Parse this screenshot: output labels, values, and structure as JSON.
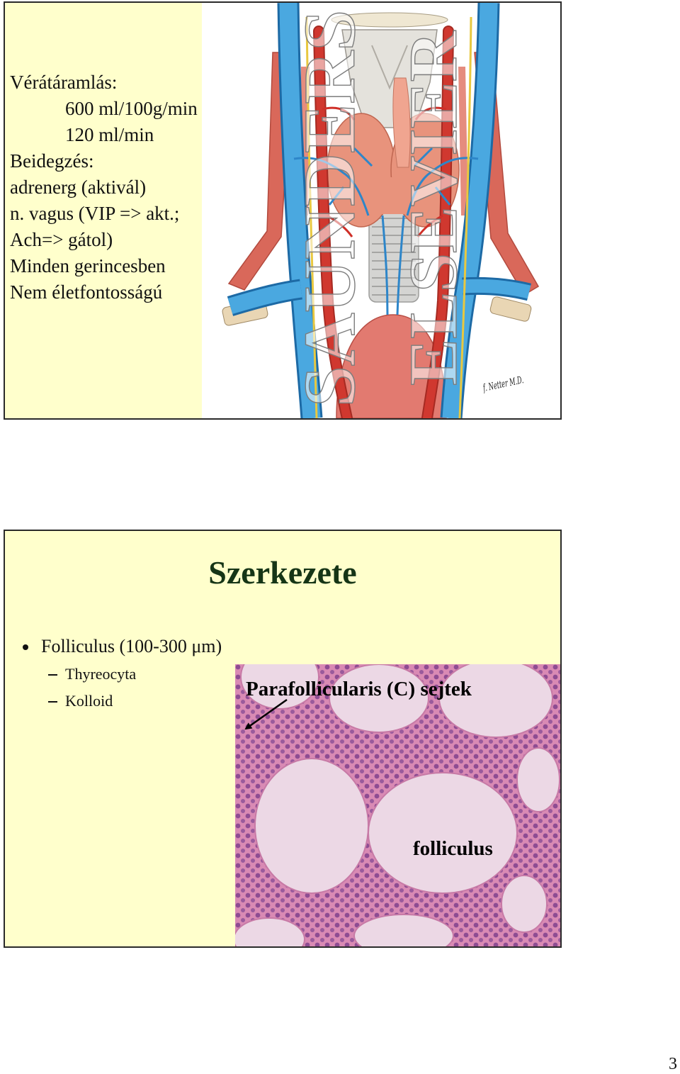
{
  "page_number": "3",
  "colors": {
    "slide_bg": "#ffffcc",
    "title": "#163516",
    "vein_blue": "#4aa8e0",
    "artery_red": "#d0382f",
    "thyroid": "#e8937c",
    "tissue_pink": "#d98ab4"
  },
  "slides": [
    {
      "lines": [
        "Vérátáramlás:",
        "600 ml/100g/min",
        "120 ml/min",
        "Beidegzés:",
        "adrenerg (aktivál)",
        "n. vagus (VIP => akt.;",
        "Ach=> gátol)",
        "Minden gerincesben",
        "Nem életfontosságú"
      ],
      "illustration": {
        "watermark": [
          "SAUNDERS",
          "ELSEVIER"
        ],
        "signature": "f. Netter M.D.",
        "icon": "thyroid-anatomy-illustration"
      }
    },
    {
      "title": "Szerkezete",
      "bullets": [
        {
          "text": "Folliculus (100-300 μm)",
          "sub": [
            "Thyreocyta",
            "Kolloid"
          ]
        }
      ],
      "image_labels": {
        "cells": "Parafollicularis (C) sejtek",
        "follicle": "folliculus"
      }
    }
  ]
}
